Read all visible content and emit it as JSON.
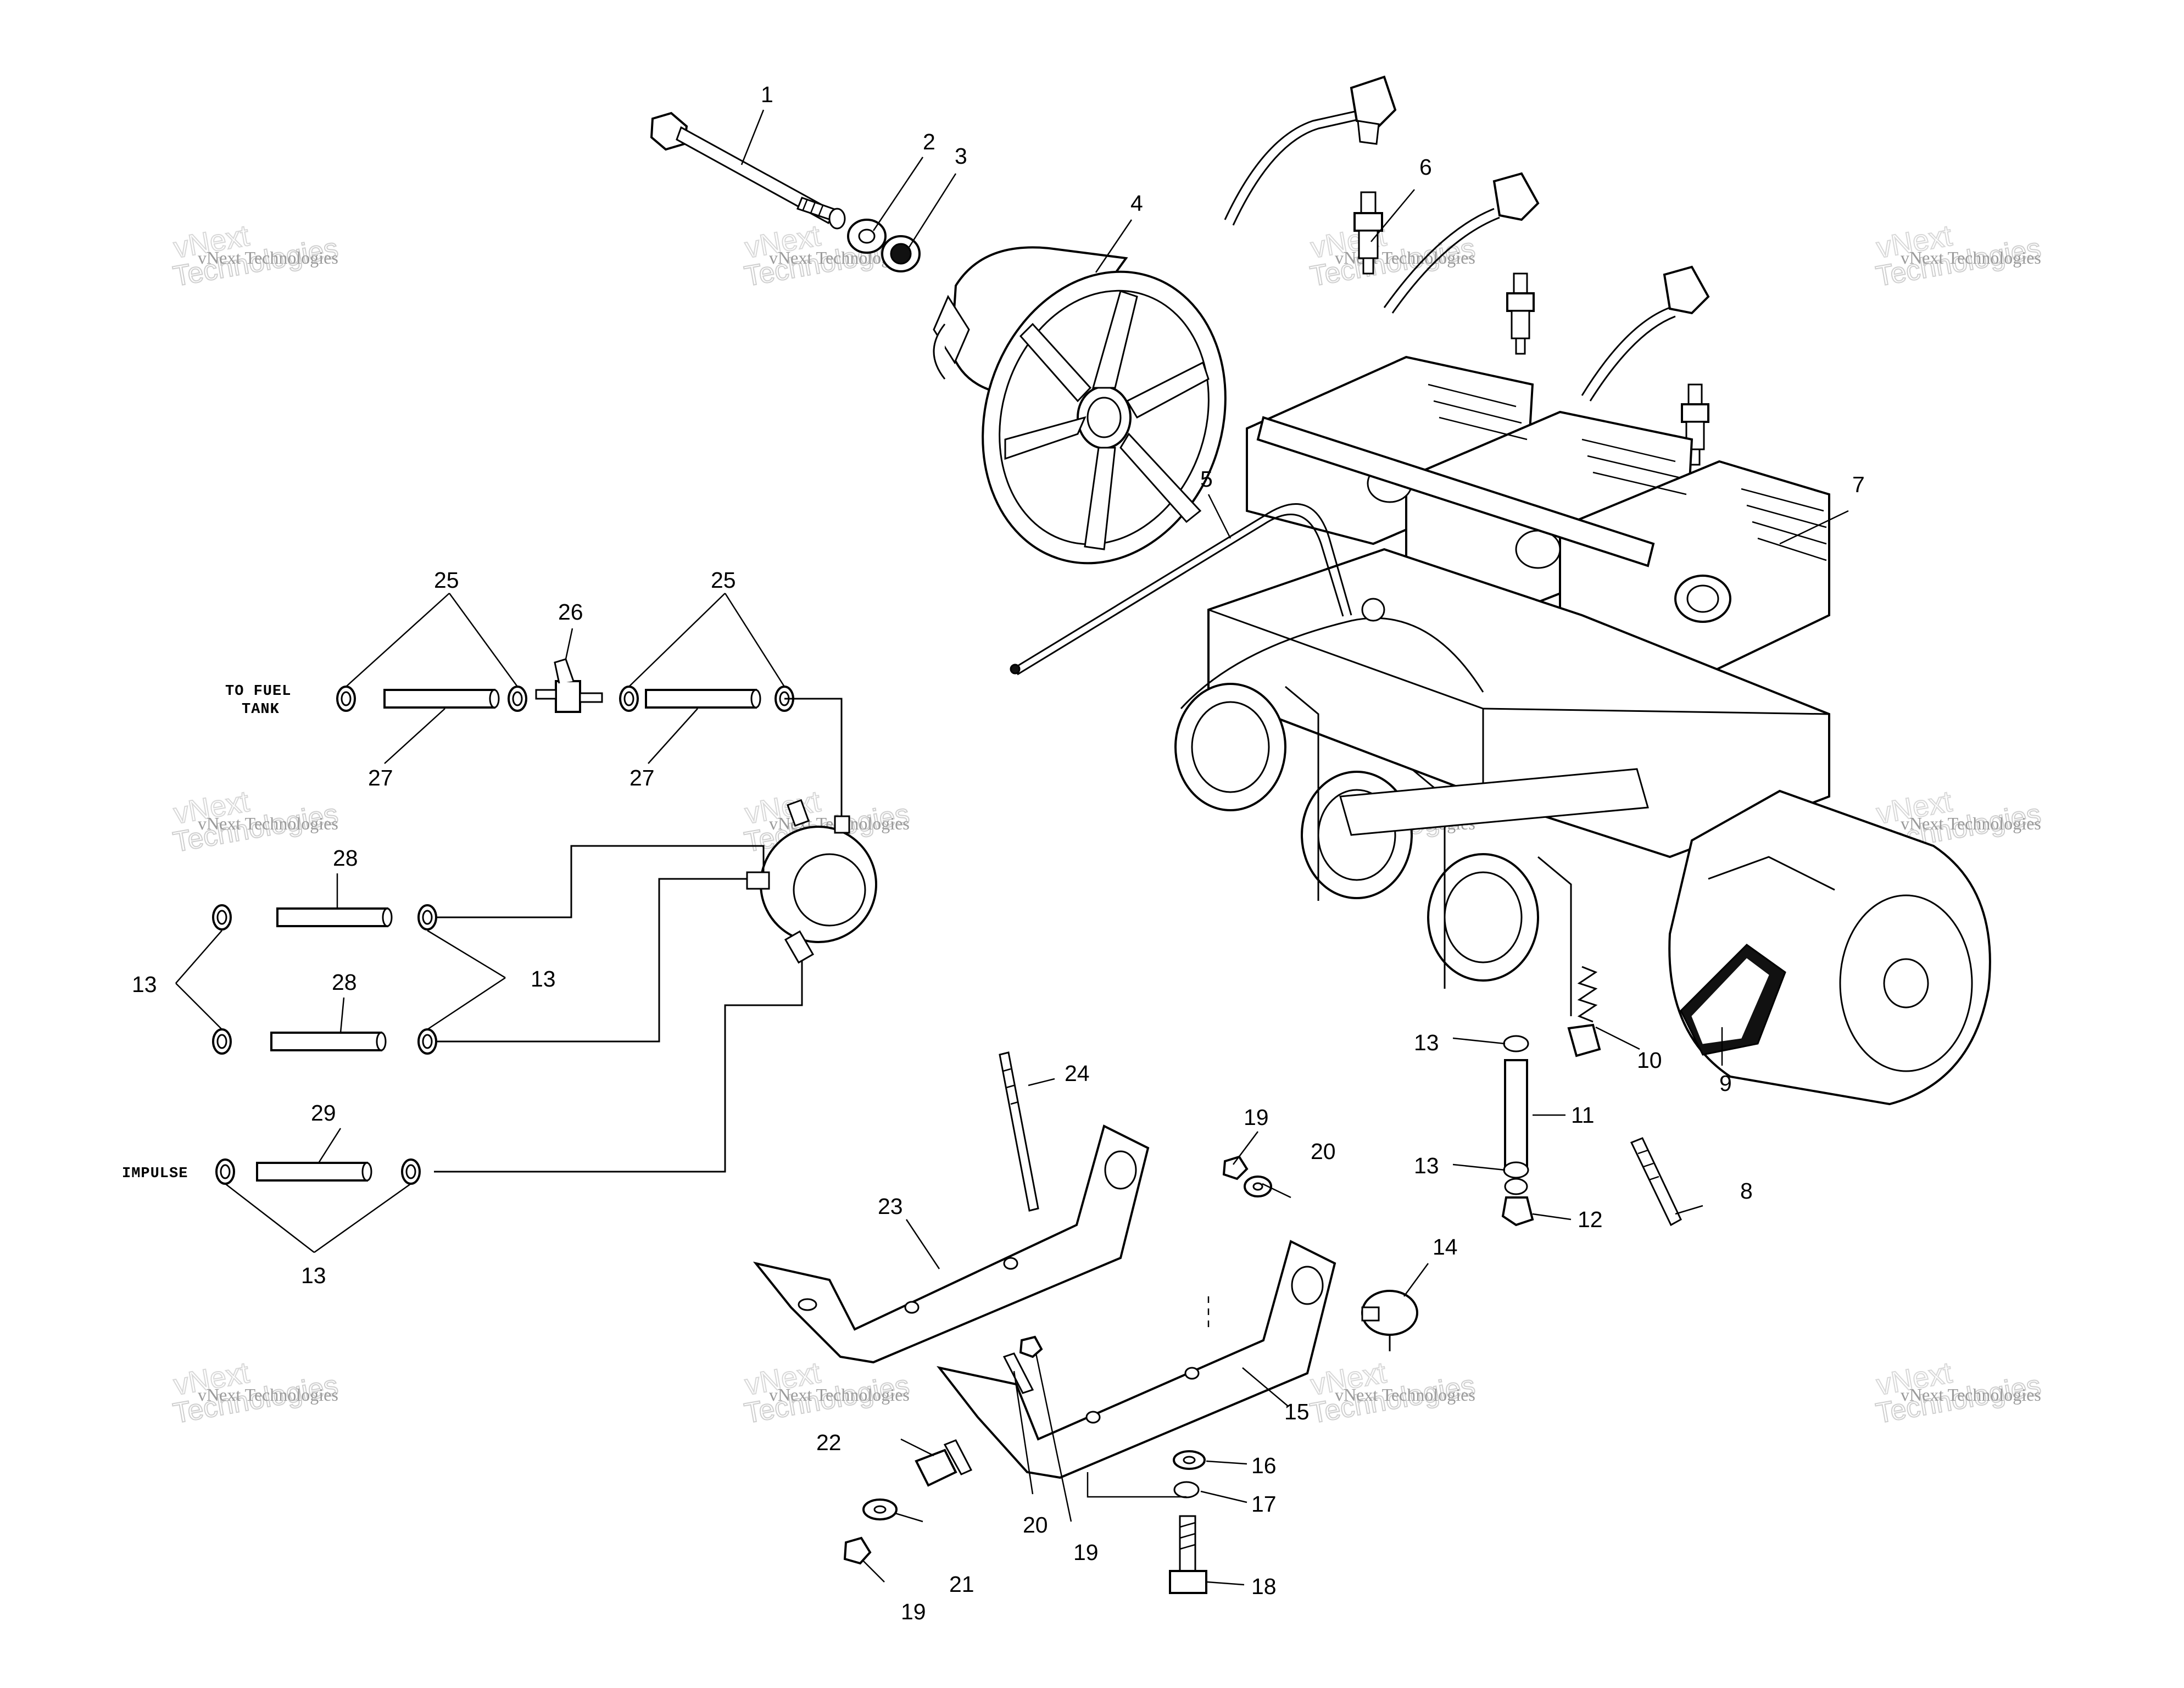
{
  "labels": {
    "to_fuel_tank_line1": "TO FUEL",
    "to_fuel_tank_line2": "TANK",
    "impulse": "IMPULSE"
  },
  "callouts": {
    "c1": "1",
    "c2": "2",
    "c3": "3",
    "c4": "4",
    "c5": "5",
    "c6": "6",
    "c7": "7",
    "c8": "8",
    "c9": "9",
    "c10": "10",
    "c11": "11",
    "c12": "12",
    "c13_hose_lower": "13",
    "c13_hose_upper": "13",
    "c13_left": "13",
    "c13_right": "13",
    "c13_impulse": "13",
    "c14": "14",
    "c15": "15",
    "c16": "16",
    "c17": "17",
    "c18": "18",
    "c19_top": "19",
    "c19_mid": "19",
    "c19_bottom": "19",
    "c20_top": "20",
    "c20_bottom": "20",
    "c21": "21",
    "c22": "22",
    "c23": "23",
    "c24": "24",
    "c25_left": "25",
    "c25_right": "25",
    "c26": "26",
    "c27_left": "27",
    "c27_right": "27",
    "c28_top": "28",
    "c28_bottom": "28",
    "c29": "29"
  },
  "watermark": {
    "line1": "vNext",
    "line2": "Technologies",
    "line3": "vNext Technologies"
  }
}
